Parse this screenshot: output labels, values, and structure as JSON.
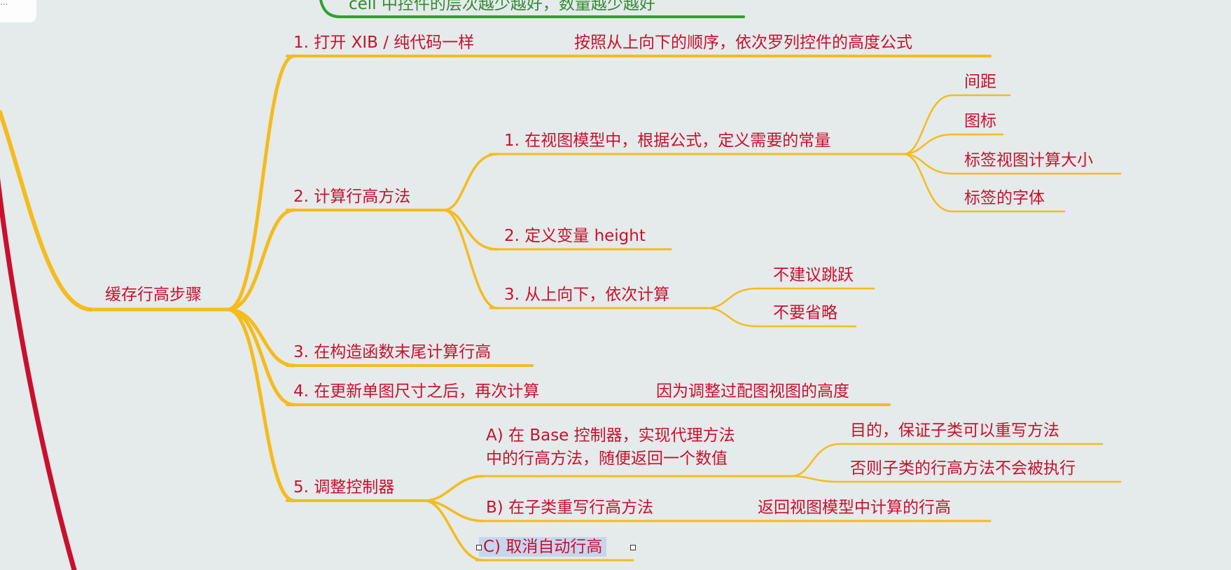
{
  "colors": {
    "background": "#e5eaeb",
    "branch": "#f4bc1c",
    "red_branch": "#c8102e",
    "green_branch": "#2ea12e",
    "text": "#c8102e",
    "selection": "#c6d6ef"
  },
  "top_panel": {
    "text": "..."
  },
  "green_node": {
    "code": "cell",
    "text": " 中控件的层次越少越好，数量越少越好"
  },
  "root": {
    "label": "缓存行高步骤"
  },
  "nodes": {
    "n1": {
      "label": "1. 打开 XIB / 纯代码一样",
      "child": "按照从上向下的顺序，依次罗列控件的高度公式"
    },
    "n2": {
      "label": "2. 计算行高方法",
      "c1": {
        "label": "1. 在视图模型中，根据公式，定义需要的常量",
        "leaves": [
          "间距",
          "图标",
          "标签视图计算大小",
          "标签的字体"
        ]
      },
      "c2": {
        "label": "2. 定义变量 height"
      },
      "c3": {
        "label": "3. 从上向下，依次计算",
        "leaves": [
          "不建议跳跃",
          "不要省略"
        ]
      }
    },
    "n3": {
      "label": "3. 在构造函数末尾计算行高"
    },
    "n4": {
      "label": "4. 在更新单图尺寸之后，再次计算",
      "child": "因为调整过配图视图的高度"
    },
    "n5": {
      "label": "5. 调整控制器",
      "a": {
        "label": "A) 在 Base 控制器，实现代理方法\n中的行高方法，随便返回一个数值",
        "leaves": [
          "目的，保证子类可以重写方法",
          "否则子类的行高方法不会被执行"
        ]
      },
      "b": {
        "label": "B) 在子类重写行高方法",
        "child": "返回视图模型中计算的行高"
      },
      "c": {
        "label": "C) 取消自动行高"
      }
    }
  }
}
